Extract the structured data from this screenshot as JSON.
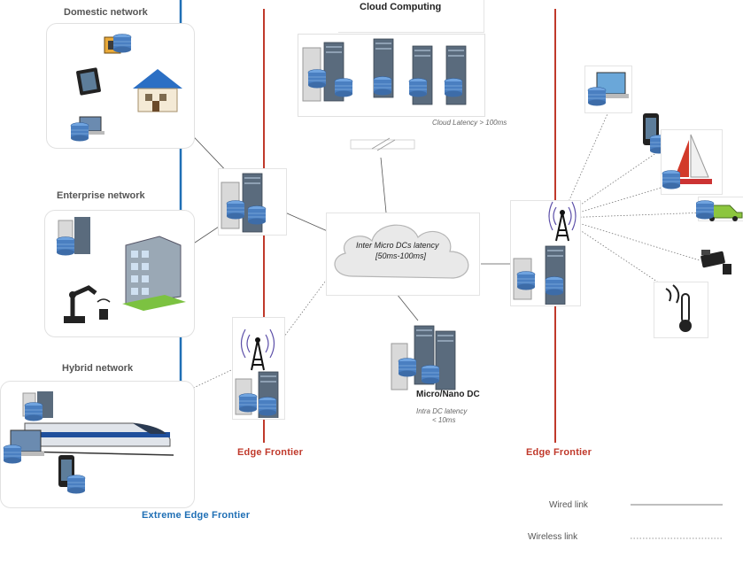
{
  "groups": {
    "domestic": "Domestic network",
    "enterprise": "Enterprise network",
    "hybrid": "Hybrid network"
  },
  "cloud": {
    "title": "Cloud Computing",
    "latency": "Cloud Latency > 100ms"
  },
  "inter_dc": {
    "line1": "Inter Micro DCs latency",
    "line2": "[50ms-100ms]"
  },
  "micro_dc": {
    "title": "Micro/Nano DC",
    "latency_line1": "Intra DC latency",
    "latency_line2": "< 10ms"
  },
  "frontiers": {
    "edge_left": "Edge Frontier",
    "edge_right": "Edge Frontier",
    "extreme": "Extreme Edge Frontier"
  },
  "legend": {
    "wired": "Wired link",
    "wireless": "Wireless link"
  },
  "colors": {
    "edge_frontier": "#c0392b",
    "extreme_frontier": "#1f6fb5",
    "rack": "#5a6b7d",
    "disk": "#4a7fc1"
  },
  "icons": [
    "server-rack-icon",
    "database-icon",
    "house-icon",
    "office-building-icon",
    "robot-arm-icon",
    "wifi-sensor-icon",
    "train-icon",
    "laptop-icon",
    "tablet-icon",
    "smartphone-icon",
    "cell-tower-icon",
    "cloud-icon",
    "sailboat-icon",
    "car-icon",
    "security-camera-icon",
    "thermometer-sensor-icon",
    "processor-chip-icon"
  ]
}
